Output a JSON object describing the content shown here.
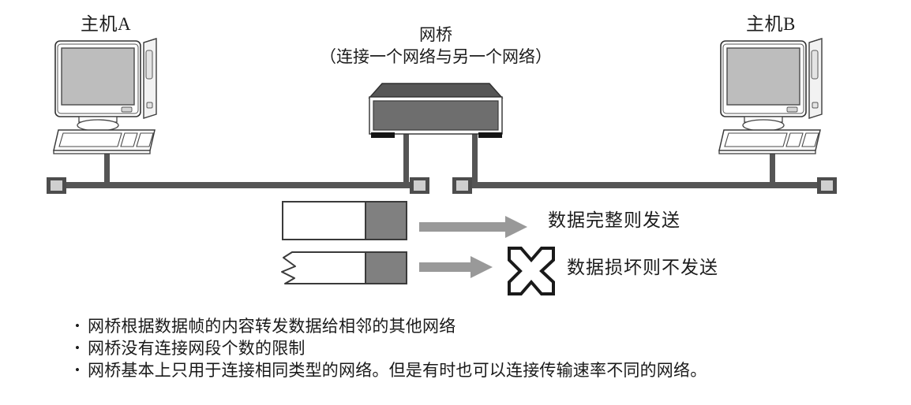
{
  "diagram": {
    "type": "network-bridge-illustration",
    "background_color": "#ffffff",
    "hosts": [
      {
        "id": "host-a",
        "label": "主机A"
      },
      {
        "id": "host-b",
        "label": "主机B"
      }
    ],
    "bridge": {
      "title": "网桥",
      "subtitle": "（连接一个网络与另一个网络）",
      "body_color": "#6e6e6e",
      "top_color": "#565656"
    },
    "cable": {
      "color": "#555555",
      "terminator_fill": "#cfcfcf",
      "terminator_stroke": "#4d4d4d"
    },
    "frames": [
      {
        "id": "frame-intact",
        "state": "intact",
        "header_color": "#808080",
        "body_color": "#ffffff",
        "arrow_color": "#999999",
        "result_icon": "arrow-right-icon",
        "note": "数据完整则发送"
      },
      {
        "id": "frame-damaged",
        "state": "damaged",
        "header_color": "#808080",
        "body_color": "#ffffff",
        "arrow_color": "#999999",
        "result_icon": "cross-mark-icon",
        "note": "数据损坏则不发送"
      }
    ],
    "notes": [
      {
        "bullet": "•",
        "text": "网桥根据数据帧的内容转发数据给相邻的其他网络"
      },
      {
        "bullet": "•",
        "text": "网桥没有连接网段个数的限制"
      },
      {
        "bullet": "•",
        "text": "网桥基本上只用于连接相同类型的网络。但是有时也可以连接传输速率不同的网络。"
      }
    ]
  }
}
